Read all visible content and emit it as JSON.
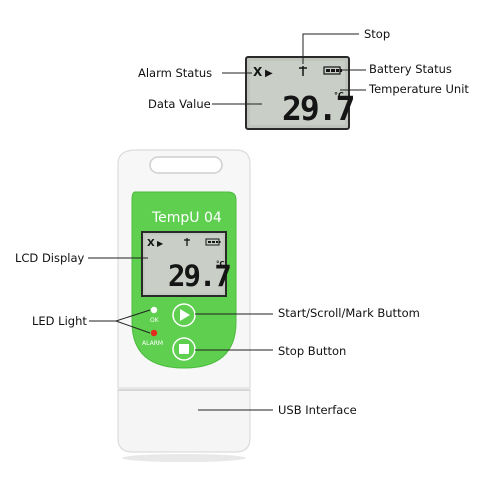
{
  "callouts": {
    "stop": "Stop",
    "alarm_status": "Alarm Status",
    "battery_status": "Battery  Status",
    "data_value": "Data Value",
    "temperature_unit": "Temperature  Unit",
    "lcd_display": "LCD Display",
    "led_light": "LED Light",
    "start_scroll_mark": "Start/Scroll/Mark Buttom",
    "stop_button": "Stop  Button",
    "usb_interface": "USB Interface"
  },
  "device": {
    "brand": "TempU 04",
    "led_ok_label": "OK",
    "led_alarm_label": "ALARM",
    "colors": {
      "face_green": "#5fcf4f",
      "face_green_dark": "#3fae35",
      "body_white": "#f6f6f6",
      "lcd_bg": "#c9cfc6",
      "led_ok": "#ffffff",
      "led_alarm": "#e22b1e"
    }
  },
  "lcd": {
    "alarm_symbol": "X",
    "play_symbol": "▶",
    "stop_symbol": "ᛏ",
    "value": "29.7",
    "unit": "°C"
  }
}
